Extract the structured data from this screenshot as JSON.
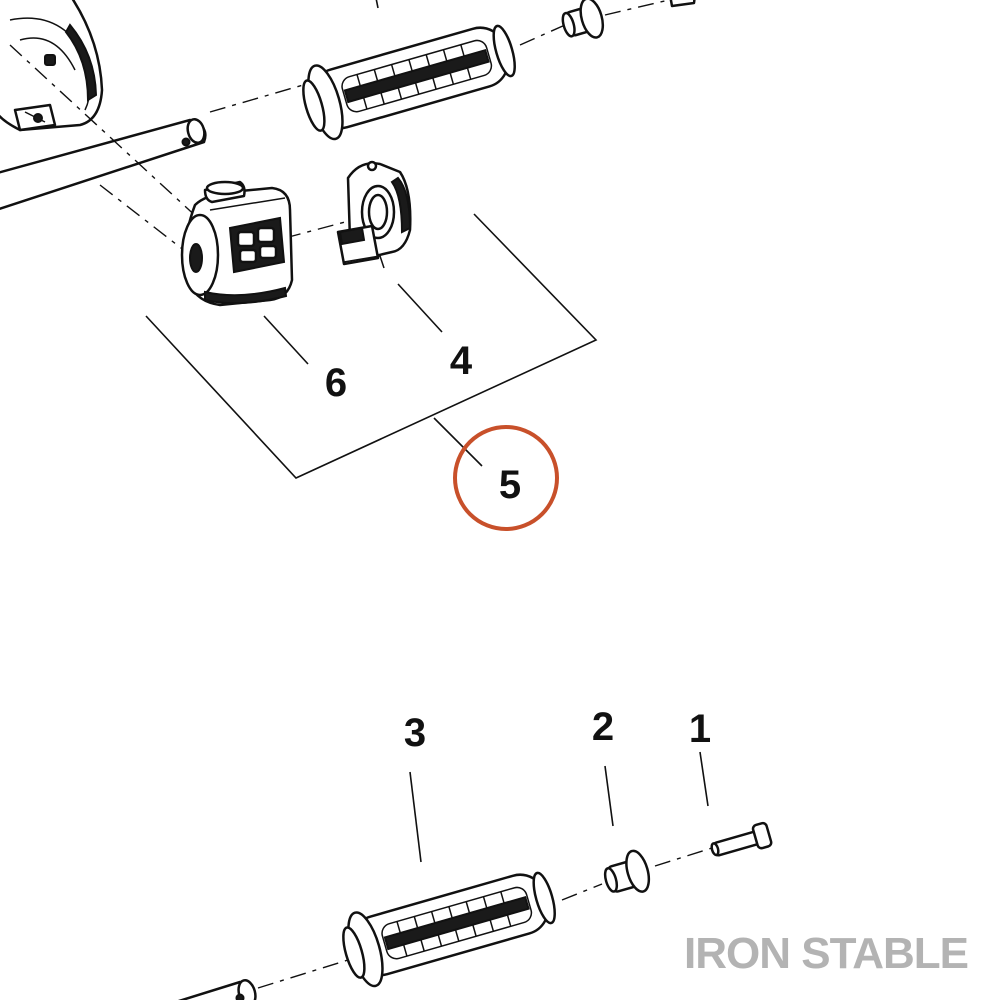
{
  "diagram": {
    "callouts": {
      "part_1": "1",
      "part_2": "2",
      "part_3": "3",
      "part_4": "4",
      "part_5": "5",
      "part_6": "6"
    },
    "highlight_color": "#C8502A",
    "watermark": "IRON STABLE",
    "watermark_color": "#B3B3B3"
  }
}
